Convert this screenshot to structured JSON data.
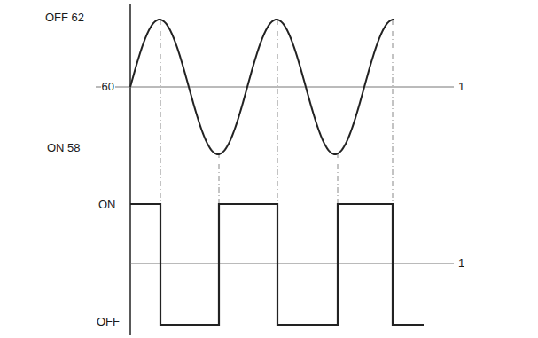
{
  "diagram": {
    "labels": [
      "OFF 62",
      "60",
      "1",
      "ON 58",
      "ON",
      "1",
      "OFF"
    ]
  }
}
